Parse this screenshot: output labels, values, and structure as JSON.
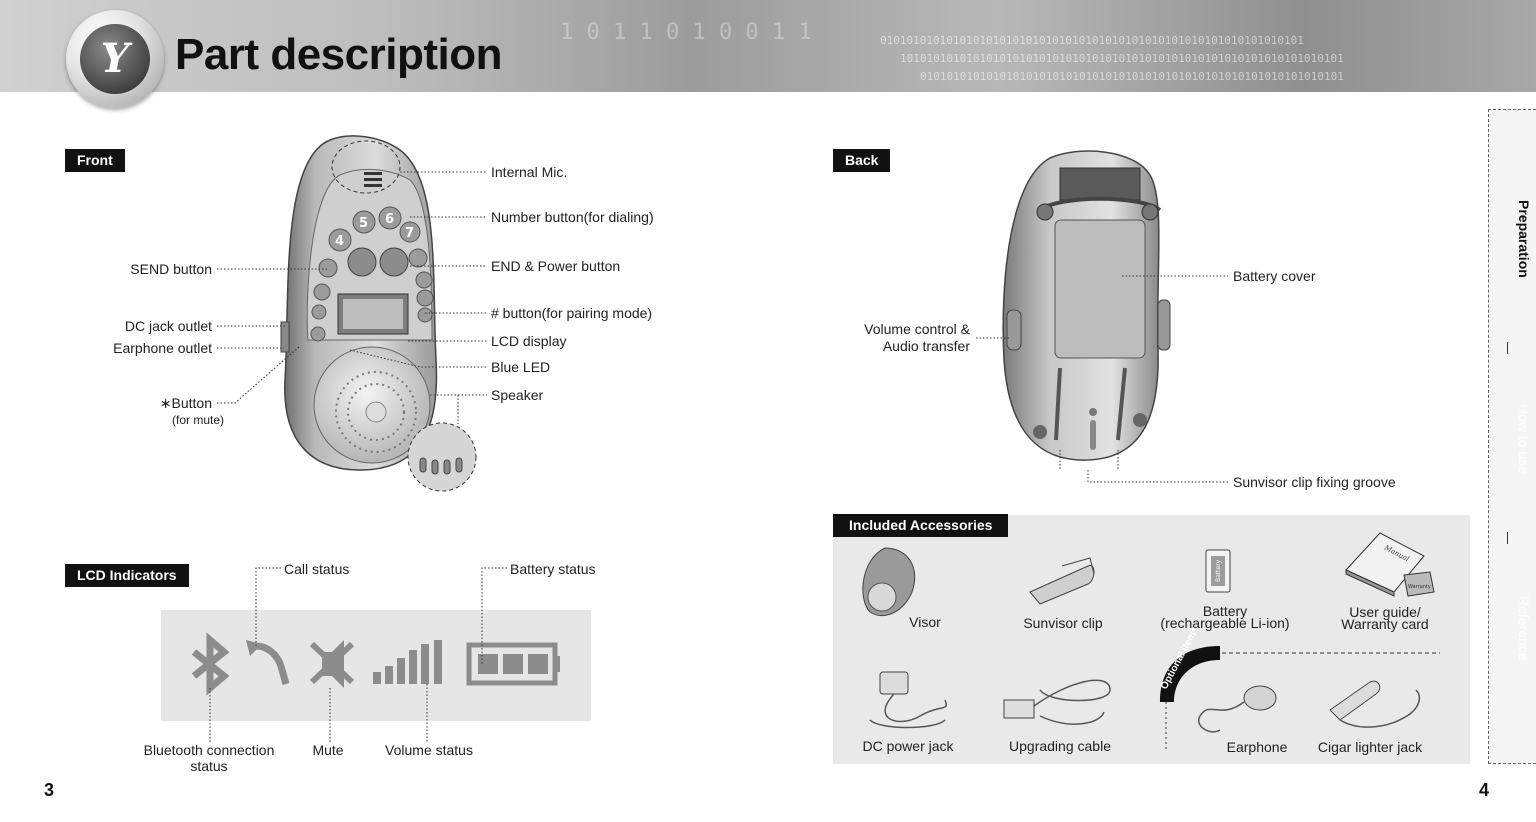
{
  "header": {
    "title": "Part description"
  },
  "front": {
    "tag": "Front",
    "labels": {
      "internal_mic": "Internal Mic.",
      "number_button": "Number button(for dialing)",
      "end_power": "END & Power button",
      "hash_button": "# button(for pairing mode)",
      "lcd_display": "LCD display",
      "blue_led": "Blue LED",
      "speaker": "Speaker",
      "send_button": "SEND button",
      "dc_jack": "DC jack outlet",
      "earphone_outlet": "Earphone outlet",
      "star_button": "Button",
      "star_symbol": "∗",
      "star_note": "(for mute)"
    }
  },
  "back": {
    "tag": "Back",
    "labels": {
      "battery_cover": "Battery cover",
      "volume_control_1": "Volume control &",
      "volume_control_2": "Audio transfer",
      "sunvisor_groove": "Sunvisor clip fixing groove"
    }
  },
  "lcd": {
    "tag": "LCD Indicators",
    "labels": {
      "call_status": "Call status",
      "battery_status": "Battery status",
      "bt_status_1": "Bluetooth connection",
      "bt_status_2": "status",
      "mute": "Mute",
      "volume_status": "Volume status"
    }
  },
  "accessories": {
    "tag": "Included Accessories",
    "optional_label": "Optional items",
    "items": {
      "visor": "Visor",
      "sunvisor_clip": "Sunvisor clip",
      "battery_1": "Battery",
      "battery_2": "(rechargeable Li-ion)",
      "user_guide_1": "User guide/",
      "user_guide_2": "Warranty card",
      "dc_power_jack": "DC power jack",
      "upgrading_cable": "Upgrading cable",
      "earphone": "Earphone",
      "cigar_jack": "Cigar lighter jack",
      "manual_text": "Manual",
      "warranty_text": "Warranty",
      "battery_text": "Battery"
    }
  },
  "sidebar": {
    "items": [
      "Preparation",
      "How to use",
      "Reference"
    ]
  },
  "pages": {
    "left": "3",
    "right": "4"
  }
}
